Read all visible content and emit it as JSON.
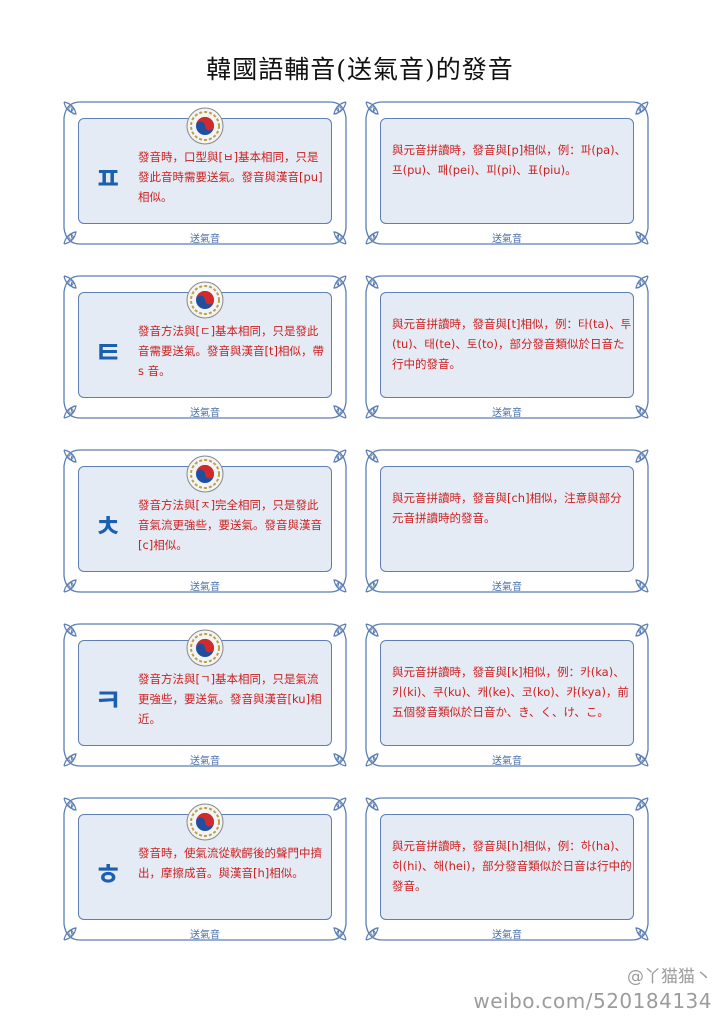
{
  "title": "韓國語輔音(送氣音)的發音",
  "caption": "送氣音",
  "rows": [
    {
      "left": {
        "glyph": "ㅍ",
        "text": "發音時，口型與[ㅂ]基本相同，只是發此音時需要送氣。發音與漢音[pu]相似。"
      },
      "right": {
        "text": "與元音拼讀時，發音與[p]相似，例：파(pa)、프(pu)、패(pei)、피(pi)、표(piu)。"
      }
    },
    {
      "left": {
        "glyph": "ㅌ",
        "text": "發音方法與[ㄷ]基本相同，只是發此音需要送氣。發音與漢音[t]相似，帶 s 音。"
      },
      "right": {
        "text": "與元音拼讀時，發音與[t]相似，例：타(ta)、투(tu)、태(te)、토(to)，部分發音類似於日音た行中的發音。"
      }
    },
    {
      "left": {
        "glyph": "ㅊ",
        "text": "發音方法與[ㅈ]完全相同，只是發此音氣流更強些，要送氣。發音與漢音[c]相似。"
      },
      "right": {
        "text": "與元音拼讀時，發音與[ch]相似，注意與部分元音拼讀時的發音。"
      }
    },
    {
      "left": {
        "glyph": "ㅋ",
        "text": "發音方法與[ㄱ]基本相同，只是氣流更強些，要送氣。發音與漢音[ku]相近。"
      },
      "right": {
        "text": "與元音拼讀時，發音與[k]相似，例：카(ka)、키(ki)、쿠(ku)、캐(ke)、코(ko)、캬(kya)，前五個發音類似於日音か、き、く、け、こ。"
      }
    },
    {
      "left": {
        "glyph": "ㅎ",
        "text": "發音時，使氣流從軟齶後的聲門中擠出，摩擦成音。與漢音[h]相似。"
      },
      "right": {
        "text": "與元音拼讀時，發音與[h]相似，例：하(ha)、히(hi)、해(hei)，部分發音類似於日音は行中的發音。"
      }
    }
  ],
  "watermark": {
    "line1": "@丫猫猫丶",
    "line2": "weibo.com/520184134"
  },
  "colors": {
    "frame": "#5d7fb3",
    "panel": "#e5ebf4",
    "text_red": "#cc1f1f",
    "glyph_blue": "#1b5fb0"
  }
}
